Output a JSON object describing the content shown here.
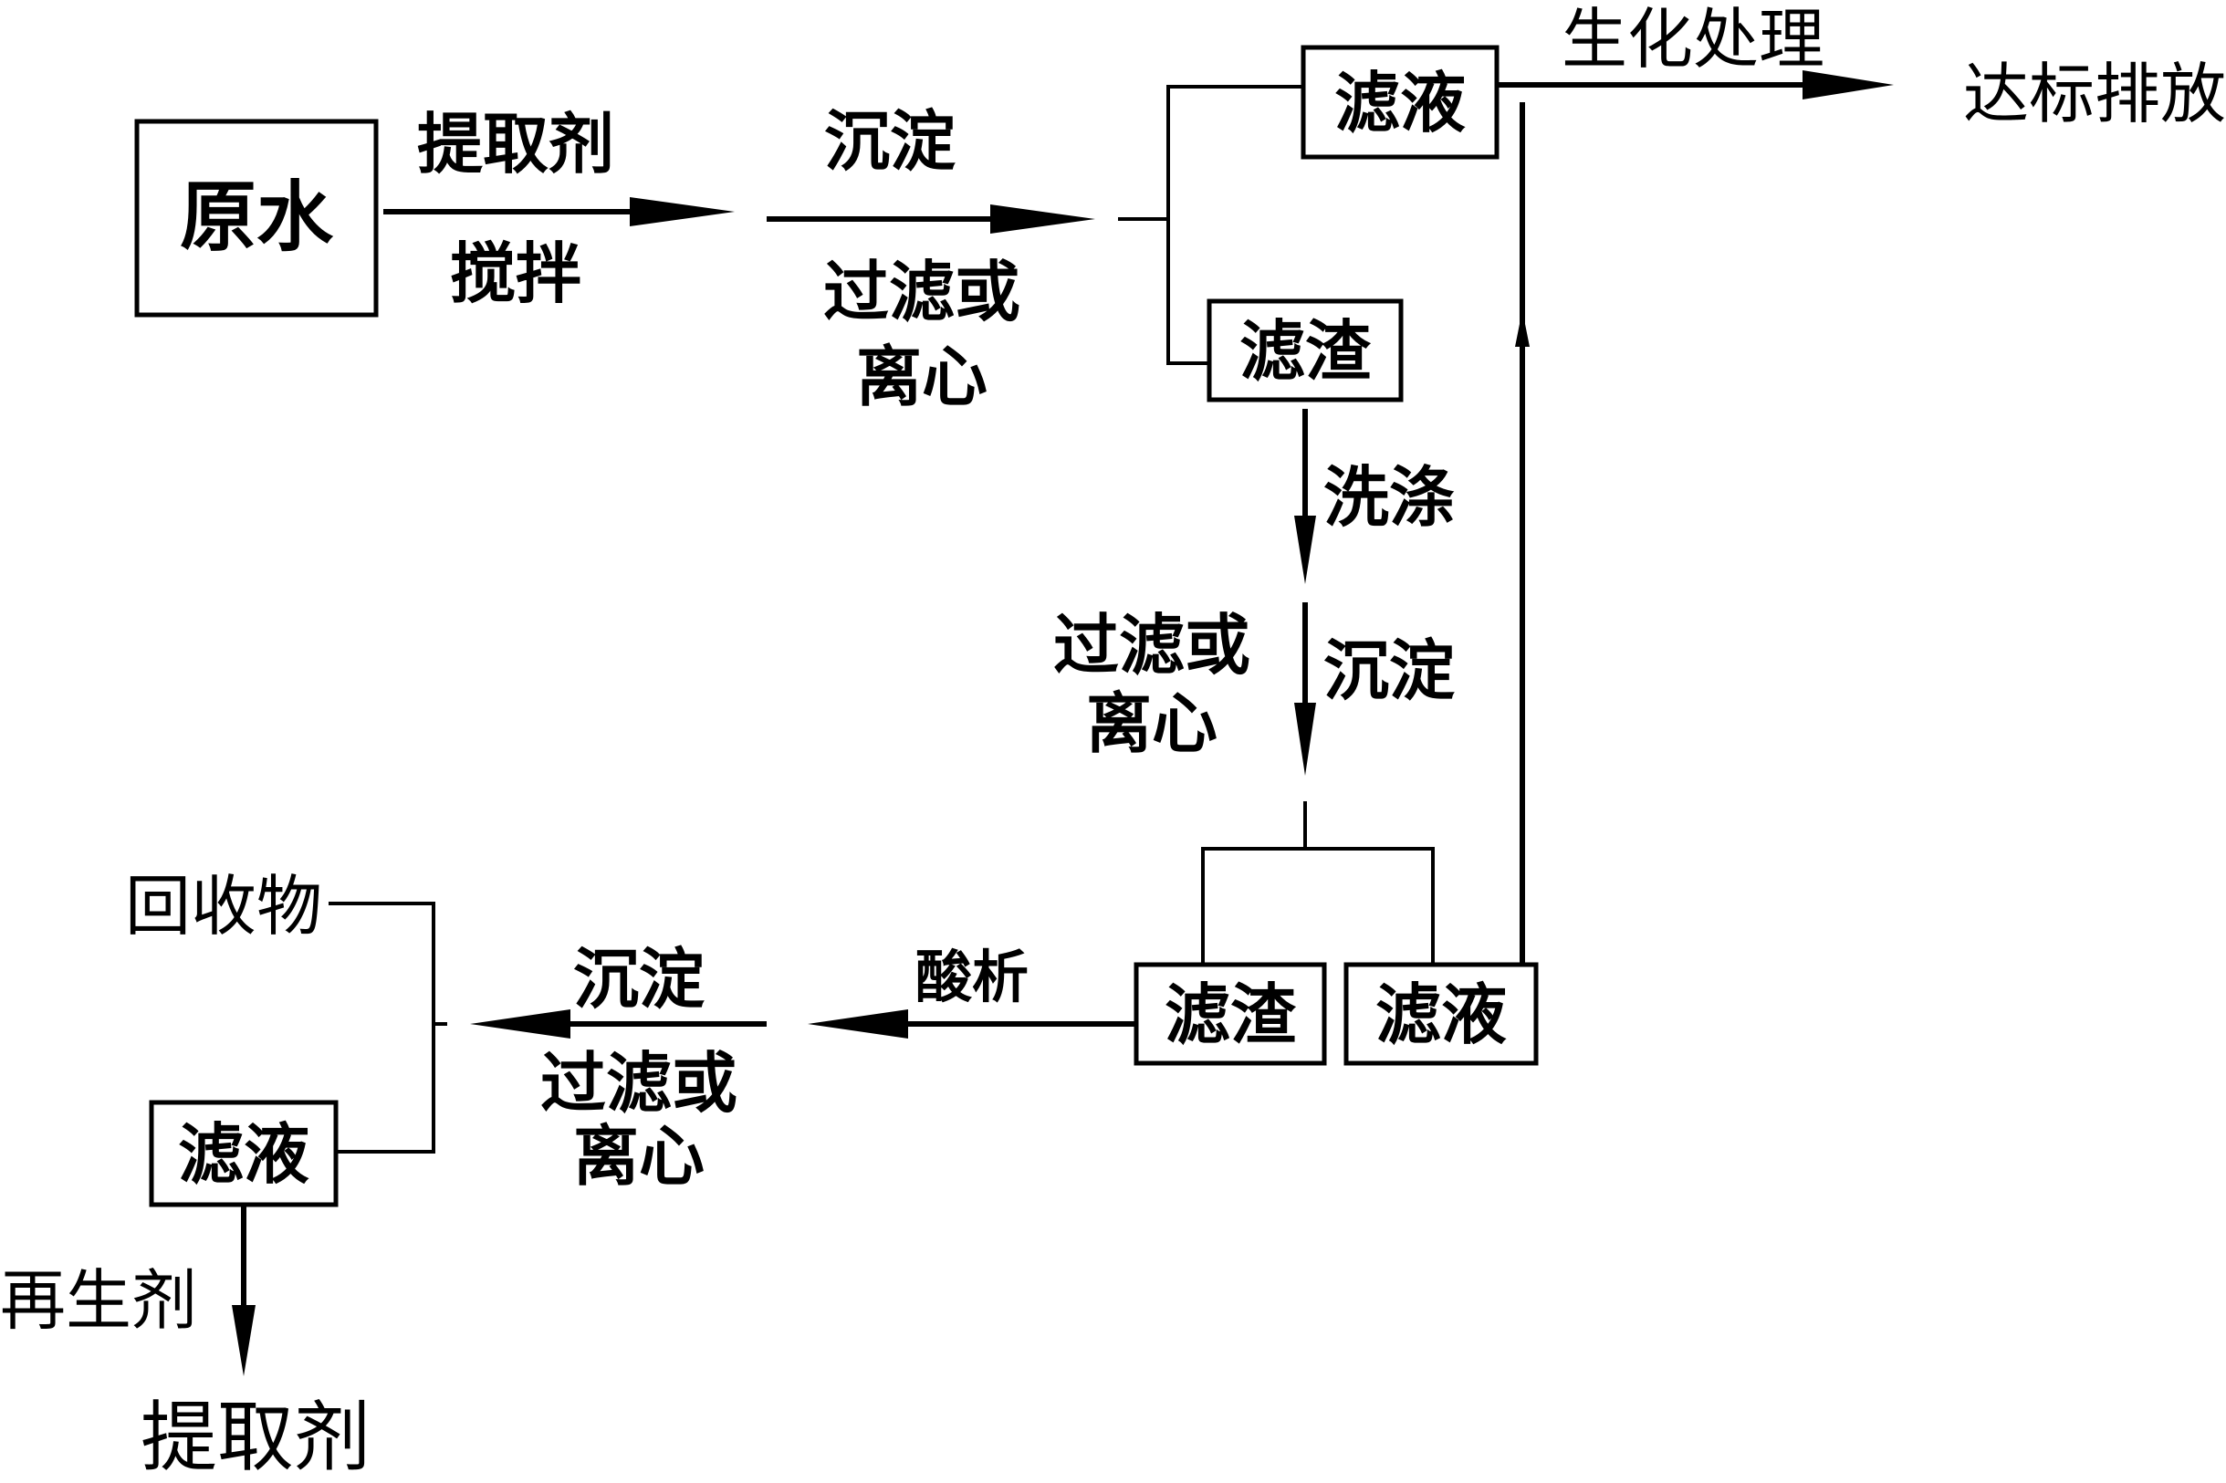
{
  "nodes": {
    "raw_water": "原水",
    "filtrate_top": "滤液",
    "residue_top": "滤渣",
    "residue_bottom": "滤渣",
    "filtrate_bottom": "滤液",
    "filtrate_left": "滤液",
    "recovered": "回收物",
    "extractant_out": "提取剂",
    "discharge": "达标排放"
  },
  "edges": {
    "add_extractant": "提取剂",
    "stir": "搅拌",
    "settle_1": "沉淀",
    "filter_1_line1": "过滤或",
    "filter_1_line2": "离心",
    "biochem": "生化处理",
    "wash": "洗涤",
    "filter_2_line1": "过滤或",
    "filter_2_line2": "离心",
    "settle_2": "沉淀",
    "acid": "酸析",
    "settle_3": "沉淀",
    "filter_3_line1": "过滤或",
    "filter_3_line2": "离心",
    "regenerant": "再生剂"
  }
}
